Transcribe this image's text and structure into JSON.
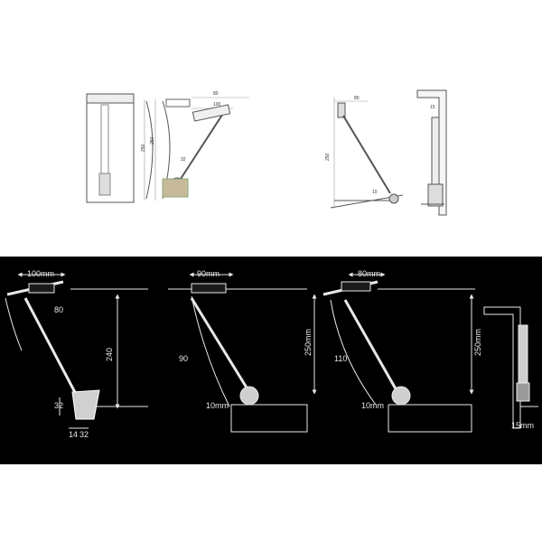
{
  "top_drawings": {
    "left_dims": [
      "250",
      "250",
      "80",
      "100",
      "32"
    ],
    "right_dims": [
      "80",
      "250",
      "15",
      "10"
    ]
  },
  "bottom_drawings": {
    "fig1": {
      "width_label": "100mm",
      "angle_label": "80",
      "height_label": "240",
      "offset_a": "32",
      "offset_b": "14",
      "offset_c": "32"
    },
    "fig2": {
      "width_label": "90mm",
      "angle_label": "90",
      "height_label": "250mm",
      "bottom_label": "10mm"
    },
    "fig3": {
      "width_label": "80mm",
      "angle_label": "110",
      "height_label": "250mm",
      "bottom_label": "10mm"
    },
    "fig4": {
      "bottom_label": "15mm"
    }
  }
}
